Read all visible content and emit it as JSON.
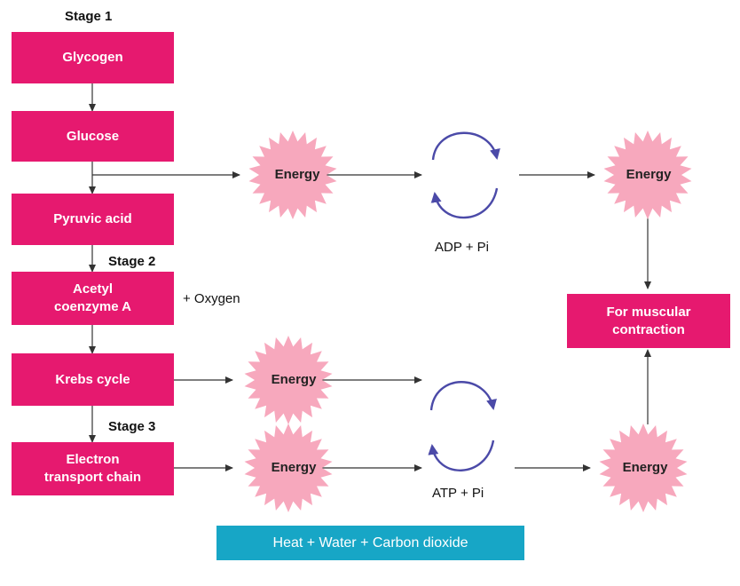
{
  "stages": {
    "stage1": "Stage 1",
    "stage2": "Stage 2",
    "stage3": "Stage 3"
  },
  "boxes": {
    "glycogen": "Glycogen",
    "glucose": "Glucose",
    "pyruvic": "Pyruvic acid",
    "acetyl_line1": "Acetyl",
    "acetyl_line2": "coenzyme A",
    "krebs": "Krebs cycle",
    "etc_line1": "Electron",
    "etc_line2": "transport chain",
    "muscle_line1": "For muscular",
    "muscle_line2": "contraction"
  },
  "labels": {
    "oxygen": "+ Oxygen",
    "adp": "ADP + Pi",
    "atp": "ATP + Pi"
  },
  "energy": {
    "label": "Energy",
    "burst_color": "#f7a8bd"
  },
  "footer": "Heat + Water + Carbon dioxide",
  "colors": {
    "box": "#e6196f",
    "footer": "#17a6c6",
    "cycle_arrow": "#4b4aa8"
  }
}
